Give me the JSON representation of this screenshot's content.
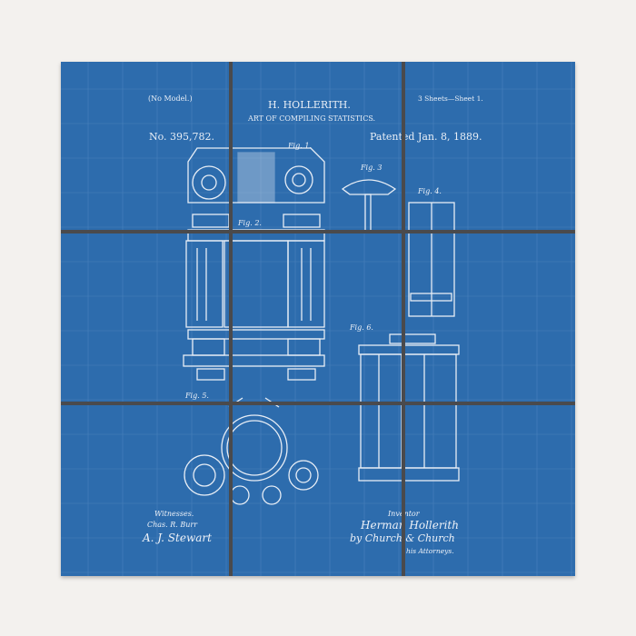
{
  "product": {
    "header": {
      "no_model": "(No Model.)",
      "inventor_name": "H. HOLLERITH.",
      "title": "ART OF COMPILING STATISTICS.",
      "sheets": "3 Sheets—Sheet 1.",
      "patent_number": "No. 395,782.",
      "patent_date": "Patented Jan. 8, 1889."
    },
    "figures": [
      "Fig. 1.",
      "Fig. 2.",
      "Fig. 3",
      "Fig. 4.",
      "Fig. 5.",
      "Fig. 6."
    ],
    "footer": {
      "witnesses_label": "Witnesses.",
      "witness_1": "Chas. R. Burr",
      "witness_2": "A. J. Stewart",
      "inventor_label": "Inventor",
      "inventor_signature": "Herman Hollerith",
      "attorneys": "by Church & Church",
      "attorneys_label": "his Attorneys."
    },
    "colors": {
      "background": "#f3f1ee",
      "blueprint": "#2d6cad",
      "lines": "#e8eef6",
      "gaps": "#4a4a4c"
    }
  }
}
